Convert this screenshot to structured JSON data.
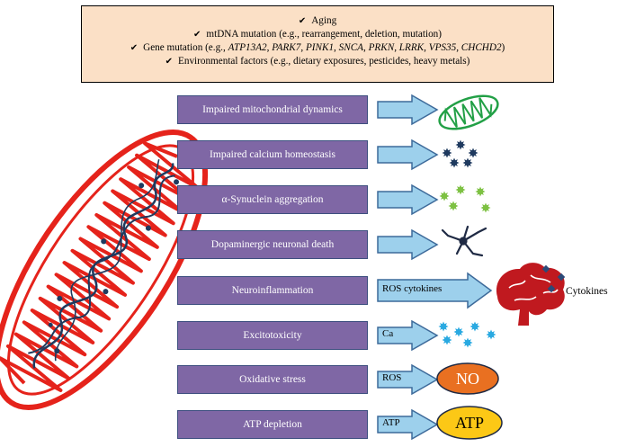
{
  "risk_factors": [
    {
      "parts": [
        {
          "t": "Aging",
          "i": false
        }
      ]
    },
    {
      "parts": [
        {
          "t": "mtDNA mutation (e.g., rearrangement, deletion, mutation)",
          "i": false
        }
      ]
    },
    {
      "parts": [
        {
          "t": "Gene mutation (e.g., ",
          "i": false
        },
        {
          "t": "ATP13A2",
          "i": true
        },
        {
          "t": ", ",
          "i": false
        },
        {
          "t": "PARK7",
          "i": true
        },
        {
          "t": ", ",
          "i": false
        },
        {
          "t": "PINK1",
          "i": true
        },
        {
          "t": ", ",
          "i": false
        },
        {
          "t": "SNCA",
          "i": true
        },
        {
          "t": ", ",
          "i": false
        },
        {
          "t": "PRKN",
          "i": true
        },
        {
          "t": ", ",
          "i": false
        },
        {
          "t": "LRRK",
          "i": true
        },
        {
          "t": ", ",
          "i": false
        },
        {
          "t": "VPS35",
          "i": true
        },
        {
          "t": ", ",
          "i": false
        },
        {
          "t": "CHCHD2",
          "i": true
        },
        {
          "t": ")",
          "i": false
        }
      ]
    },
    {
      "parts": [
        {
          "t": "Environmental factors (e.g., dietary exposures, pesticides, heavy metals)",
          "i": false
        }
      ]
    }
  ],
  "mechanisms": [
    {
      "label": "Impaired mitochondrial dynamics",
      "arrow_label": "",
      "result_icon": "mitochondrion-icon"
    },
    {
      "label": "Impaired calcium homeostasis",
      "arrow_label": "",
      "result_icon": "calcium-particles-icon"
    },
    {
      "label": "α-Synuclein aggregation",
      "arrow_label": "",
      "result_icon": "synuclein-aggregates-icon"
    },
    {
      "label": "Dopaminergic neuronal death",
      "arrow_label": "",
      "result_icon": "dead-neuron-icon"
    },
    {
      "label": "Neuroinflammation",
      "arrow_label": "ROS cytokines",
      "result_icon": "brain-icon"
    },
    {
      "label": "Excitotoxicity",
      "arrow_label": "Ca",
      "result_icon": "calcium-particles-icon"
    },
    {
      "label": "Oxidative stress",
      "arrow_label": "ROS",
      "result_icon": "no-oval-icon"
    },
    {
      "label": "ATP depletion",
      "arrow_label": "ATP",
      "result_icon": "atp-oval-icon"
    }
  ],
  "results": {
    "cytokines_label": "Cytokines",
    "no_label": "NO",
    "atp_label": "ATP"
  },
  "colors": {
    "factor_box": "#fbe0c6",
    "mechanism_box": "#7f67a5",
    "arrow_fill": "#9dd0ec",
    "arrow_stroke": "#3d6a9a",
    "mitochondrion_red": "#e5231b",
    "calcium_navy": "#1f3a5f",
    "synuclein_green": "#7dc142",
    "ca_cyan": "#29a9e1",
    "no_oval": "#e97021",
    "atp_oval": "#fcc816",
    "brain_red": "#c0191f"
  }
}
